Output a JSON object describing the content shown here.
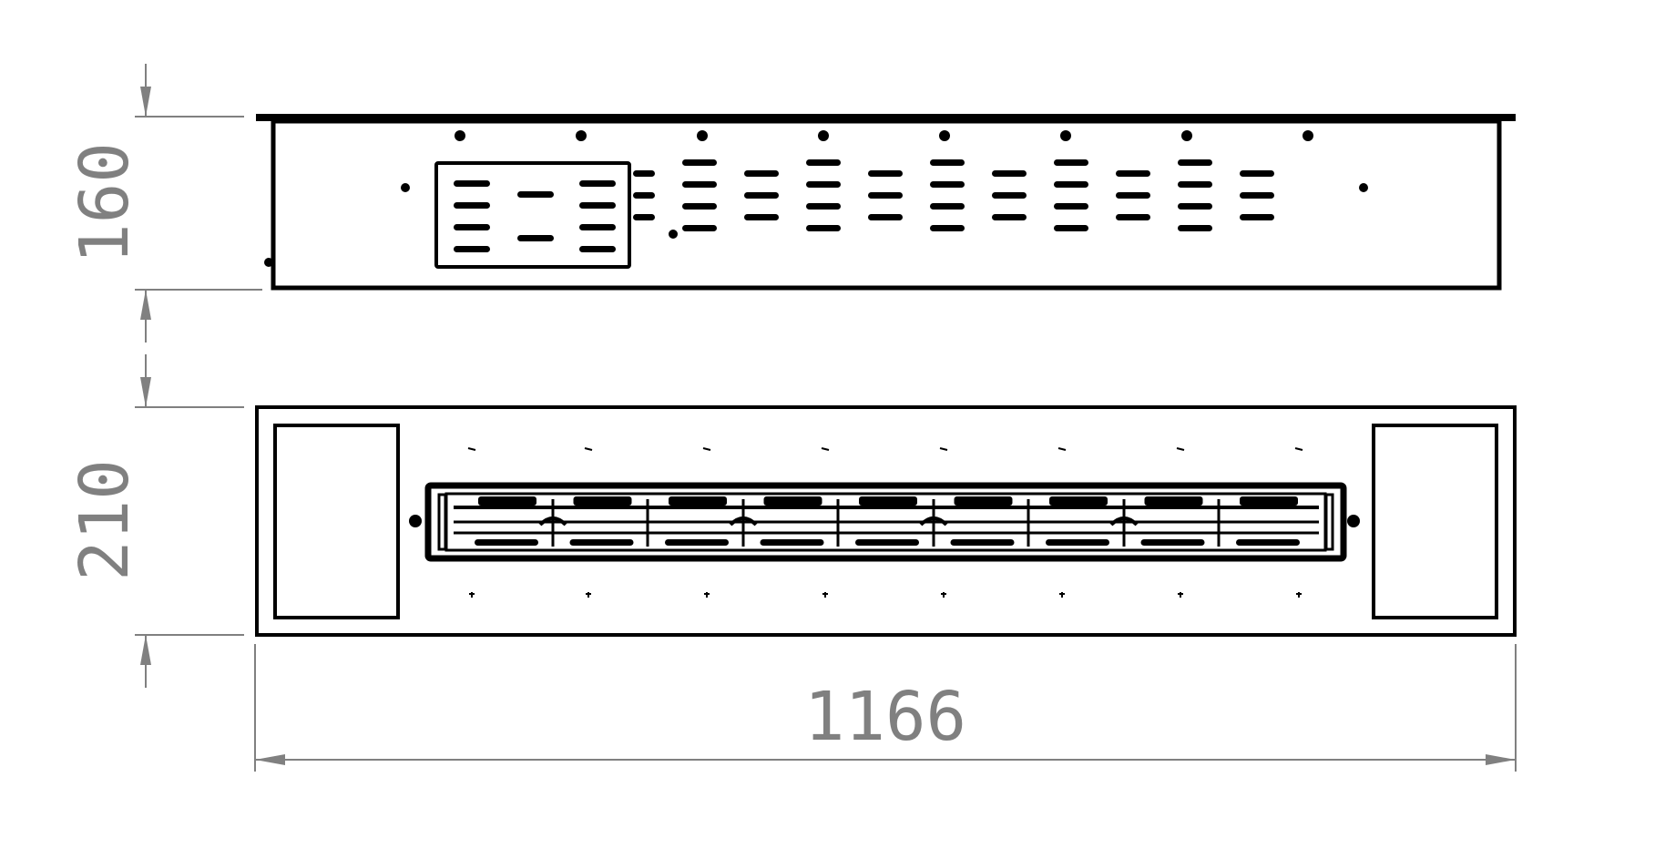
{
  "dimensions": {
    "height_side_view": "160",
    "depth_top_view": "210",
    "total_width": "1166"
  },
  "colors": {
    "line": "#000000",
    "dimension": "#808080",
    "background": "#ffffff"
  }
}
